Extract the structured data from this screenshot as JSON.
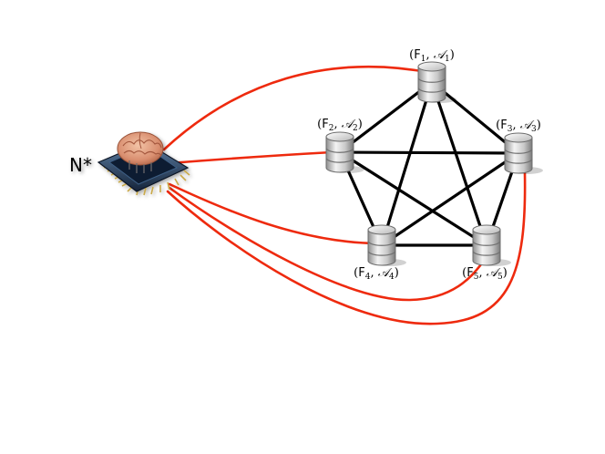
{
  "diagram": {
    "hub": {
      "label": "N*",
      "icon": "brain-chip-icon"
    },
    "nodes": [
      {
        "id": "n1",
        "F": "F",
        "sub": "1",
        "A": "𝒜",
        "icon": "database-icon"
      },
      {
        "id": "n2",
        "F": "F",
        "sub": "2",
        "A": "𝒜",
        "icon": "database-icon"
      },
      {
        "id": "n3",
        "F": "F",
        "sub": "3",
        "A": "𝒜",
        "icon": "database-icon"
      },
      {
        "id": "n4",
        "F": "F",
        "sub": "4",
        "A": "𝒜",
        "icon": "database-icon"
      },
      {
        "id": "n5",
        "F": "F",
        "sub": "5",
        "A": "𝒜",
        "icon": "database-icon"
      }
    ],
    "mesh_edges": [
      [
        "n1",
        "n2"
      ],
      [
        "n1",
        "n3"
      ],
      [
        "n1",
        "n4"
      ],
      [
        "n1",
        "n5"
      ],
      [
        "n2",
        "n3"
      ],
      [
        "n2",
        "n4"
      ],
      [
        "n2",
        "n5"
      ],
      [
        "n3",
        "n4"
      ],
      [
        "n3",
        "n5"
      ],
      [
        "n4",
        "n5"
      ]
    ],
    "hub_links": [
      "n1",
      "n2",
      "n3",
      "n4",
      "n5"
    ],
    "colors": {
      "hub_link": "#ee2a0e",
      "mesh_edge": "#000000"
    }
  }
}
